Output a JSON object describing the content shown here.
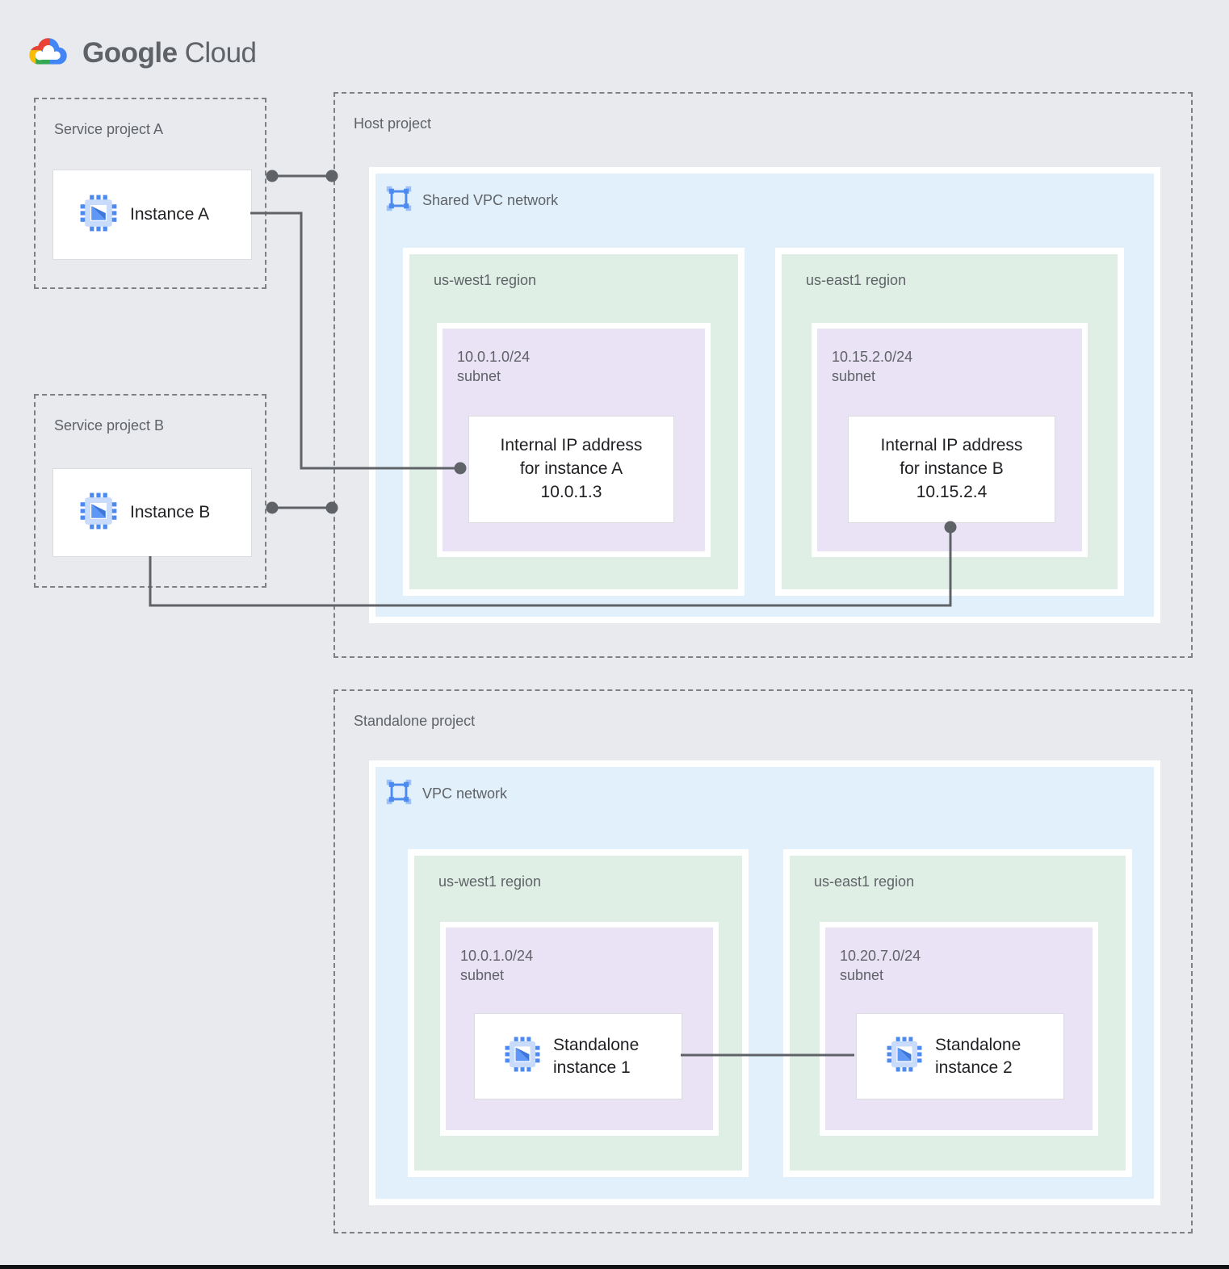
{
  "palette": {
    "background": "#E8EAED",
    "vpc_network_box": "#E1F0FA",
    "region_box": "#DFEFE5",
    "subnet_box": "#EAE2F5",
    "card": "#FFFFFF",
    "connector_line": "#5F6368",
    "label_text": "#5F6368",
    "card_text": "#202124",
    "google_blue": "#4285F4",
    "google_red": "#EA4335",
    "google_yellow": "#FBBC04",
    "google_green": "#34A853"
  },
  "logo": {
    "brand": "Google",
    "product": "Cloud"
  },
  "service_project_a": {
    "label": "Service project A",
    "instance_label": "Instance A"
  },
  "service_project_b": {
    "label": "Service project B",
    "instance_label": "Instance B"
  },
  "host_project": {
    "label": "Host project",
    "network_label": "Shared VPC network",
    "west": {
      "region_label": "us-west1 region",
      "subnet_cidr": "10.0.1.0/24",
      "subnet_word": "subnet",
      "ip_line1": "Internal IP address",
      "ip_line2": "for instance A",
      "ip_line3": "10.0.1.3"
    },
    "east": {
      "region_label": "us-east1 region",
      "subnet_cidr": "10.15.2.0/24",
      "subnet_word": "subnet",
      "ip_line1": "Internal IP address",
      "ip_line2": "for instance B",
      "ip_line3": "10.15.2.4"
    }
  },
  "standalone_project": {
    "label": "Standalone project",
    "network_label": "VPC network",
    "west": {
      "region_label": "us-west1 region",
      "subnet_cidr": "10.0.1.0/24",
      "subnet_word": "subnet",
      "instance_label": "Standalone instance 1"
    },
    "east": {
      "region_label": "us-east1 region",
      "subnet_cidr": "10.20.7.0/24",
      "subnet_word": "subnet",
      "instance_label": "Standalone instance 2"
    }
  },
  "icons": {
    "logo_icon": "google-cloud-logo-icon",
    "instance_icon": "compute-engine-chip-icon",
    "network_icon": "vpc-network-icon"
  }
}
